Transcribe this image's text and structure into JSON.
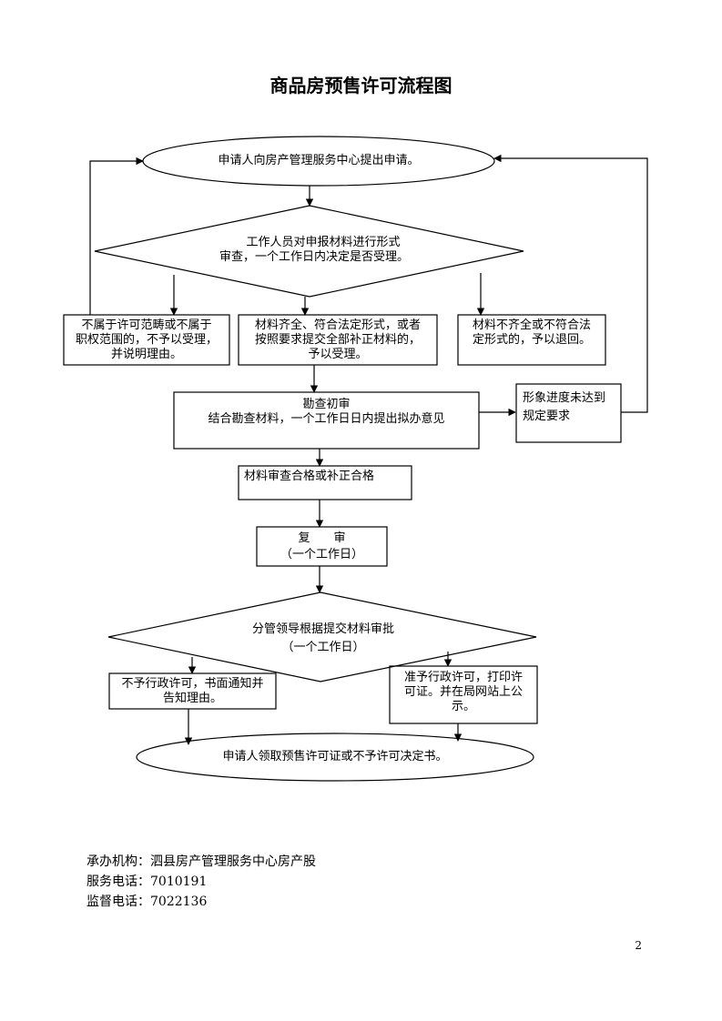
{
  "title": "商品房预售许可流程图",
  "nodes": {
    "apply": "申请人向房产管理服务中心提出申请。",
    "review_line1": "工作人员对申报材料进行形式",
    "review_line2": "审查，一个工作日内决定是否受理。",
    "out_scope_l1": "不属于许可范畴或不属于",
    "out_scope_l2": "职权范围的，不予以受理，",
    "out_scope_l3": "并说明理由。",
    "accept_l1": "材料齐全、符合法定形式，或者",
    "accept_l2": "按照要求提交全部补正材料的，",
    "accept_l3": "予以受理。",
    "reject_l1": "材料不齐全或不符合法",
    "reject_l2": "定形式的，予以退回。",
    "inspect_l1": "勘查初审",
    "inspect_l2": "结合勘查材料，一个工作日日内提出拟办意见",
    "progress_l1": "形象进度未达到",
    "progress_l2": "规定要求",
    "qualified": "材料审查合格或补正合格",
    "recheck_l1": "复　　审",
    "recheck_l2": "（一个工作日）",
    "approve_l1": "分管领导根据提交材料审批",
    "approve_l2": "（一个工作日）",
    "deny_l1": "不予行政许可，书面通知并",
    "deny_l2": "告知理由。",
    "grant_l1": "准予行政许可，打印许",
    "grant_l2": "可证。并在局网站上公",
    "grant_l3": "示。",
    "final": "申请人领取预售许可证或不予许可决定书。"
  },
  "footer": {
    "agency": "承办机构：泗县房产管理服务中心房产股",
    "service_phone": "服务电话：7010191",
    "supervise_phone": "监督电话：7022136"
  },
  "page_number": "2"
}
